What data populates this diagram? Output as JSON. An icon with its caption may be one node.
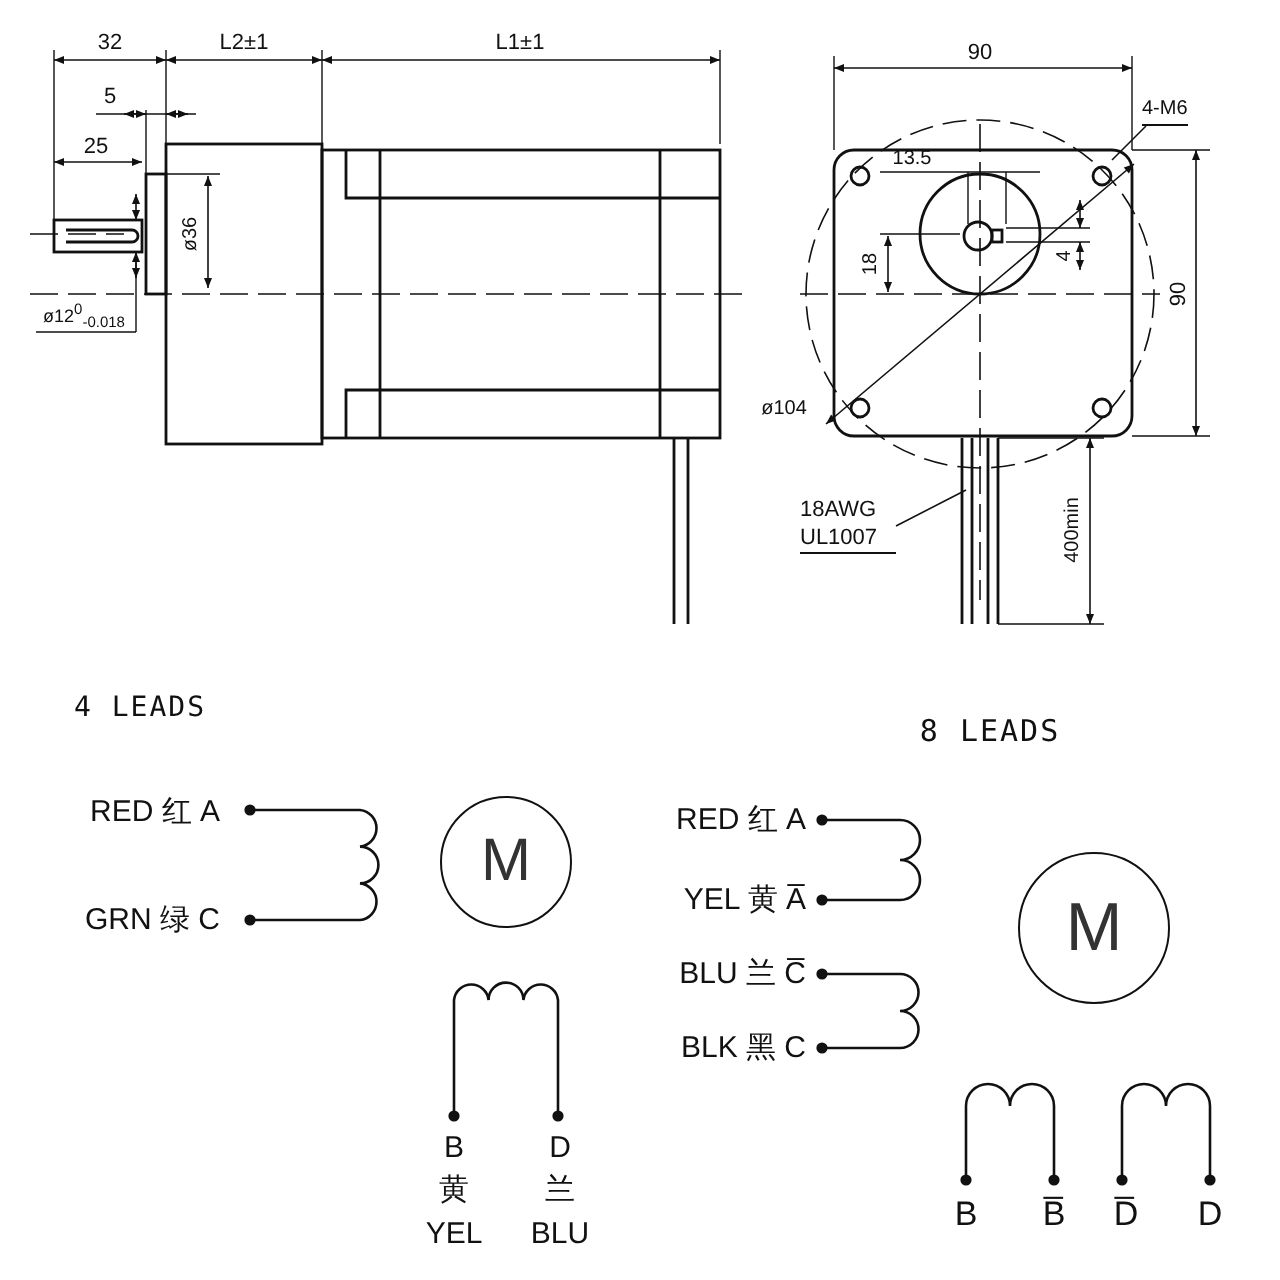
{
  "diagram": {
    "nodes": [
      {
        "text": [
          "4-M6"
        ]
      },
      {
        "text": [
          "18AWG UL1007"
        ]
      },
      {
        "text": [
          "M"
        ]
      },
      {
        "text": [
          "M"
        ]
      }
    ],
    "edges": [
      {
        "from": 0,
        "to": null,
        "arrow": "none"
      },
      {
        "from": 1,
        "to": null,
        "arrow": "none"
      }
    ],
    "labels": [
      "32",
      "L2±1",
      "L1±1",
      "5",
      "25",
      "ø36",
      "ø12$^{0}$$_{-0.018}$",
      "90",
      "13.5",
      "18",
      "4",
      "90",
      "ø104",
      "400min",
      "4 LEADS",
      "RED 红 A",
      "GRN 绿 C",
      "B",
      "黄",
      "YEL",
      "D",
      "兰",
      "BLU",
      "8 LEADS",
      "RED 红 A",
      "YEL 黄 A̅",
      "BLU 兰 C̅",
      "BLK 黑 C",
      "B",
      "B̅",
      "D̅",
      "D"
    ]
  }
}
